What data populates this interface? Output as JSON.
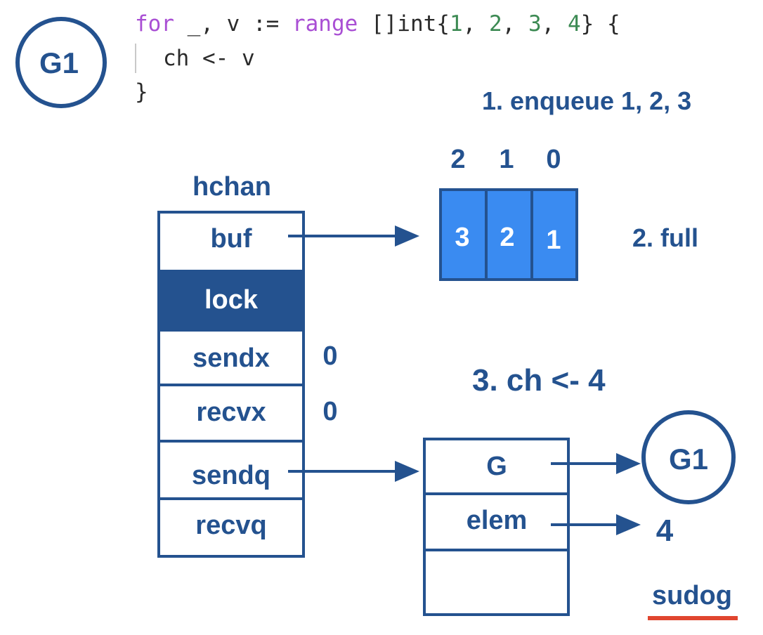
{
  "code": {
    "line1": {
      "kw_for": "for",
      "vars": " _, v := ",
      "kw_range": "range",
      "type_open": " []int{",
      "n1": "1",
      "c1": ", ",
      "n2": "2",
      "c2": ", ",
      "n3": "3",
      "c3": ", ",
      "n4": "4",
      "close": "} {"
    },
    "line2": "ch <- v",
    "line3": "}"
  },
  "goroutine_label": "G1",
  "steps": {
    "step1": "1. enqueue 1, 2, 3",
    "step2": "2. full",
    "step3": "3. ch <- 4"
  },
  "hchan": {
    "title": "hchan",
    "fields": [
      {
        "name": "buf",
        "value": ""
      },
      {
        "name": "lock",
        "value": ""
      },
      {
        "name": "sendx",
        "value": "0"
      },
      {
        "name": "recvx",
        "value": "0"
      },
      {
        "name": "sendq",
        "value": ""
      },
      {
        "name": "recvq",
        "value": ""
      }
    ]
  },
  "buffer": {
    "indices": [
      "2",
      "1",
      "0"
    ],
    "values": [
      "3",
      "2",
      "1"
    ]
  },
  "sudog": {
    "label": "sudog",
    "fields": [
      "G",
      "elem",
      ""
    ],
    "g_target": "G1",
    "elem_target": "4"
  },
  "colors": {
    "primary": "#24528f",
    "buffer_fill": "#3a8bf1",
    "keyword": "#a94fd4",
    "number": "#3c8a53",
    "underline": "#e0452f"
  }
}
